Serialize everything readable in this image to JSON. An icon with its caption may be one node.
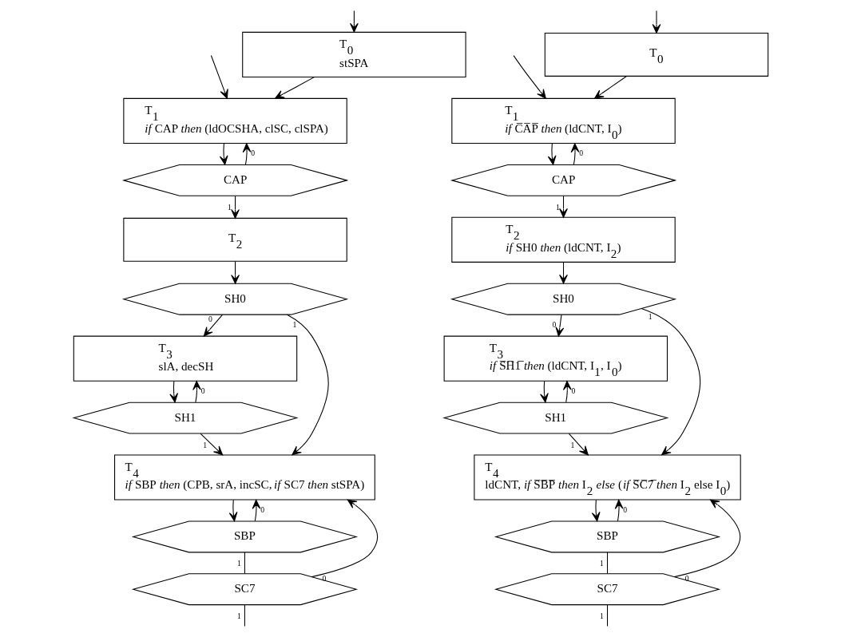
{
  "diagram": {
    "nodes": [
      {
        "text": [
          "T$_{0}$",
          "stSPA"
        ]
      },
      {
        "text": [
          "T$_{1}$",
          "*if* CAP *then* (ldOCSHA, clSC, clSPA)"
        ]
      },
      {
        "text": [
          "CAP"
        ]
      },
      {
        "text": [
          "T$_{2}$"
        ]
      },
      {
        "text": [
          "SH0"
        ]
      },
      {
        "text": [
          "T$_{3}$",
          "slA, decSH"
        ]
      },
      {
        "text": [
          "SH1"
        ]
      },
      {
        "text": [
          "T$_{4}$",
          "*if* SBP *then* (CPB, srA, incSC, *if* SC7 *then* stSPA)"
        ]
      },
      {
        "text": [
          "SBP"
        ]
      },
      {
        "text": [
          "SC7"
        ]
      },
      {
        "text": [
          "T$_{0}$"
        ]
      },
      {
        "text": [
          "T$_{1}$",
          "*if* C̅A̅P̅ *then* (ldCNT, I$_{0}$)"
        ]
      },
      {
        "text": [
          "CAP"
        ]
      },
      {
        "text": [
          "T$_{2}$",
          "*if* SH0 *then* (ldCNT, I$_{2}$)"
        ]
      },
      {
        "text": [
          "SH0"
        ]
      },
      {
        "text": [
          "T$_{3}$",
          "*if* S̅H̅1̅ *then* (ldCNT, I$_{1}$, I$_{0}$)"
        ]
      },
      {
        "text": [
          "SH1"
        ]
      },
      {
        "text": [
          "T$_{4}$",
          "ldCNT, *if* S̅B̅P̅ *then* I$_{2}$ *else* (*if* S̅C̅7̅ *then* I$_{2}$ else I$_{0}$)"
        ]
      },
      {
        "text": [
          "SBP"
        ]
      },
      {
        "text": [
          "SC7"
        ]
      }
    ],
    "edges": [
      {
        "from": null,
        "to": 0,
        "arrow": "to"
      },
      {
        "from": 0,
        "to": 1,
        "arrow": "to"
      },
      {
        "from": null,
        "to": 1,
        "arrow": "to"
      },
      {
        "from": 1,
        "to": 2,
        "arrow": "to"
      },
      {
        "from": 2,
        "to": 1,
        "arrow": "to",
        "label": "0"
      },
      {
        "from": 2,
        "to": 3,
        "arrow": "to",
        "label": "1"
      },
      {
        "from": 3,
        "to": 4,
        "arrow": "to"
      },
      {
        "from": 4,
        "to": 5,
        "arrow": "to",
        "label": "0"
      },
      {
        "from": 5,
        "to": 6,
        "arrow": "to"
      },
      {
        "from": 6,
        "to": 5,
        "arrow": "to",
        "label": "0"
      },
      {
        "from": 6,
        "to": 7,
        "arrow": "to",
        "label": "1"
      },
      {
        "from": 4,
        "to": 7,
        "arrow": "to",
        "label": "1"
      },
      {
        "from": 7,
        "to": 8,
        "arrow": "to"
      },
      {
        "from": 8,
        "to": 7,
        "arrow": "to",
        "label": "0"
      },
      {
        "from": 8,
        "to": 9,
        "arrow": "none",
        "label": "1"
      },
      {
        "from": 9,
        "to": 7,
        "arrow": "to",
        "label": "0"
      },
      {
        "from": 9,
        "to": null,
        "arrow": "none",
        "label": "1"
      },
      {
        "from": null,
        "to": 10,
        "arrow": "to"
      },
      {
        "from": 10,
        "to": 11,
        "arrow": "to"
      },
      {
        "from": null,
        "to": 11,
        "arrow": "to"
      },
      {
        "from": 11,
        "to": 12,
        "arrow": "to"
      },
      {
        "from": 12,
        "to": 11,
        "arrow": "to",
        "label": "0"
      },
      {
        "from": 12,
        "to": 13,
        "arrow": "to",
        "label": "1"
      },
      {
        "from": 13,
        "to": 14,
        "arrow": "to"
      },
      {
        "from": 14,
        "to": 15,
        "arrow": "to",
        "label": "0"
      },
      {
        "from": 15,
        "to": 16,
        "arrow": "to"
      },
      {
        "from": 16,
        "to": 15,
        "arrow": "to",
        "label": "0"
      },
      {
        "from": 16,
        "to": 17,
        "arrow": "to",
        "label": "1"
      },
      {
        "from": 14,
        "to": 17,
        "arrow": "to",
        "label": "1"
      },
      {
        "from": 17,
        "to": 18,
        "arrow": "to"
      },
      {
        "from": 18,
        "to": 17,
        "arrow": "to",
        "label": "0"
      },
      {
        "from": 18,
        "to": 19,
        "arrow": "none",
        "label": "1"
      },
      {
        "from": 19,
        "to": 17,
        "arrow": "to",
        "label": "0"
      },
      {
        "from": 19,
        "to": null,
        "arrow": "none",
        "label": "1"
      }
    ]
  }
}
